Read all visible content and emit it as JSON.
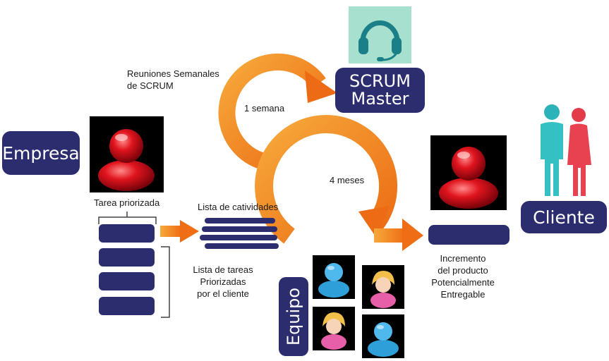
{
  "labels": {
    "empresa": "Empresa",
    "scrum_master": "SCRUM Master",
    "cliente": "Cliente",
    "equipo": "Equipo"
  },
  "texts": {
    "reuniones": "Reuniones Semanales\nde SCRUM",
    "semana": "1 semana",
    "meses": "4 meses",
    "tarea_priorizada": "Tarea priorizada",
    "lista_actividades": "Lista de catividades",
    "lista_tareas": "Lista de tareas\nPriorizadas\npor el cliente",
    "incremento": "Incremento\ndel producto\nPotencialmente\nEntregable"
  },
  "colors": {
    "navy": "#2b2d6e",
    "orange": "#f07a1e",
    "teal": "#a8e0cf",
    "headset": "#1a7f86",
    "red_avatar": "#d01020",
    "blue_avatar": "#2e9fd9",
    "pink_avatar": "#e65fa8"
  },
  "icons": [
    "headset-icon",
    "user-icon-red",
    "user-icon-blue",
    "user-icon-female",
    "person-pair-icon"
  ]
}
